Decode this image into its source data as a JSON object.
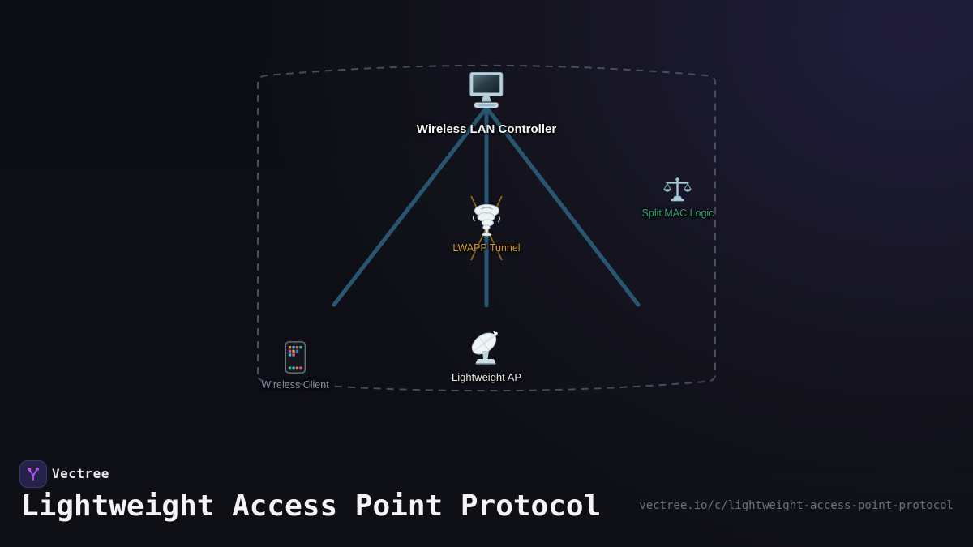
{
  "page": {
    "background_base": "#0d0e14",
    "background_glow": "#201d3c"
  },
  "diagram": {
    "boundary": {
      "color": "#4b596c",
      "style": "dashed"
    },
    "edge_color": "#2a5a75",
    "cross_mark_color": "#a3791c",
    "nodes": [
      {
        "id": "wireless-lan-controller",
        "label": "Wireless LAN Controller",
        "icon": "desktop-computer-icon",
        "label_color": "#f7f7f7"
      },
      {
        "id": "lwapp-tunnel",
        "label": "LWAPP Tunnel",
        "icon": "tornado-icon",
        "label_color": "#cf9b2a"
      },
      {
        "id": "split-mac-logic",
        "label": "Split MAC Logic",
        "icon": "balance-scale-icon",
        "label_color": "#30a273"
      },
      {
        "id": "wireless-client",
        "label": "Wireless Client",
        "icon": "mobile-phone-icon",
        "label_color": "#8494a9"
      },
      {
        "id": "lightweight-ap",
        "label": "Lightweight AP",
        "icon": "satellite-dish-icon",
        "label_color": "#e8eaec"
      }
    ],
    "edges": [
      {
        "from": "wireless-lan-controller",
        "to": "down-left"
      },
      {
        "from": "wireless-lan-controller",
        "to": "lwapp-tunnel-lightweight-ap-axis"
      },
      {
        "from": "wireless-lan-controller",
        "to": "down-right"
      }
    ]
  },
  "footer": {
    "brand": "Vectree",
    "title": "Lightweight Access Point Protocol",
    "url": "vectree.io/c/lightweight-access-point-protocol",
    "accent_color": "#b44df0",
    "badge_bg": "#252148"
  }
}
